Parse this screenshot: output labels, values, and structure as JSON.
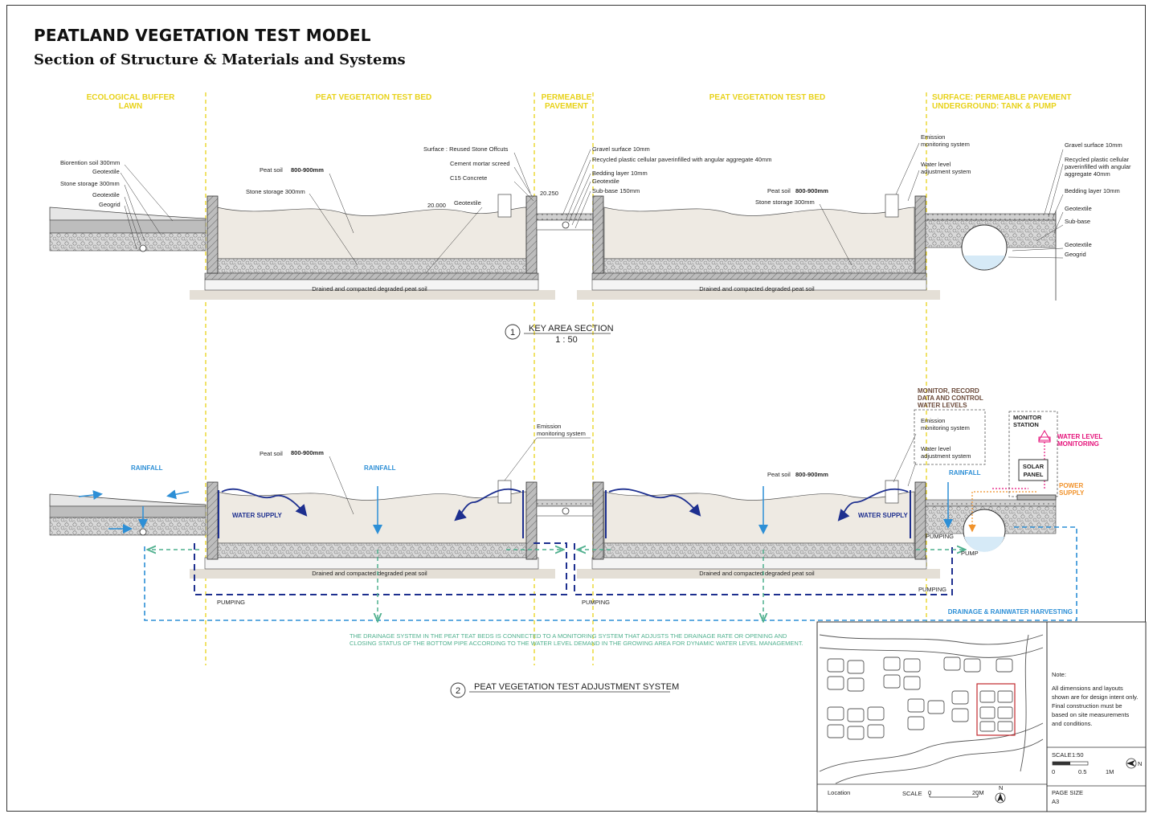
{
  "title": "PEATLAND VEGETATION TEST MODEL",
  "subtitle": "Section of Structure & Materials and Systems",
  "zones": {
    "z1": "ECOLOGICAL BUFFER LAWN",
    "z2": "PEAT VEGETATION TEST BED",
    "z3a": "PERMEABLE",
    "z3b": "PAVEMENT",
    "z4": "PEAT VEGETATION TEST BED",
    "z5a": "SURFACE: PERMEABLE PAVEMENT",
    "z5b": "UNDERGROUND: TANK & PUMP"
  },
  "section1": {
    "left_labels": [
      "Biorention soil 300mm",
      "Geotextile",
      "Stone storage 300mm",
      "Geotextile",
      "Geogrid"
    ],
    "bed1_peat": "Peat soil",
    "bed1_peat_depth": "800-900mm",
    "bed1_stone": "Stone storage 300mm",
    "surface_labels": [
      "Surface : Reused Stone Offcuts",
      "Cement mortar screed",
      "C15 Concrete"
    ],
    "geotextile": "Geotextile",
    "pavement_labels": [
      "Gravel surface 10mm",
      "Recycled plastic cellular paverinfilled with angular aggregate 40mm",
      "Bedding layer 10mm",
      "Geotextile",
      "Sub-base 150mm"
    ],
    "emission1": "Emission",
    "emission2": "monitoring system",
    "water1": "Water level",
    "water2": "adjustment system",
    "bed2_peat": "Peat soil",
    "bed2_peat_depth": "800-900mm",
    "bed2_stone": "Stone storage 300mm",
    "right_labels": [
      "Gravel surface 10mm",
      "Recycled plastic cellular",
      "paverinfilled with angular",
      "aggregate 40mm",
      "Bedding layer 10mm",
      "Geotextile",
      "Sub-base",
      "Geotextile",
      "Geogrid"
    ],
    "drained": "Drained and compacted degraded peat soil",
    "level1": "20.000",
    "level2": "20.250",
    "section_no": "1",
    "section_name": "KEY AREA SECTION",
    "scale": "1 : 50"
  },
  "section2": {
    "rainfall": "RAINFALL",
    "peat": "Peat soil",
    "peat_depth": "800-900mm",
    "water_supply": "WATER SUPPLY",
    "emission1": "Emission",
    "emission2": "monitoring system",
    "monitor_a": "MONITOR, RECORD",
    "monitor_b": "DATA AND CONTROL",
    "monitor_c": "WATER LEVELS",
    "water1": "Water level",
    "water2": "adjustment system",
    "monitor_station_a": "MONITOR",
    "monitor_station_b": "STATION",
    "water_level_a": "WATER LEVEL",
    "water_level_b": "MONITORING",
    "solar_a": "SOLAR",
    "solar_b": "PANEL",
    "power_a": "POWER",
    "power_b": "SUPPLY",
    "pumping": "PUMPING",
    "pump": "PUMP",
    "drainage": "DRAINAGE & RAINWATER HARVESTING",
    "drained": "Drained and compacted degraded peat soil",
    "note_a": "THE DRAINAGE SYSTEM IN THE PEAT TEAT BEDS IS CONNECTED TO A MONITORING SYSTEM THAT ADJUSTS THE DRAINAGE RATE OR OPENING AND",
    "note_b": "CLOSING STATUS OF THE BOTTOM PIPE ACCORDING TO THE WATER LEVEL DEMAND IN THE GROWING AREA FOR DYNAMIC WATER LEVEL MANAGEMENT.",
    "section_no": "2",
    "section_name": "PEAT VEGETATION TEST ADJUSTMENT SYSTEM"
  },
  "titleblock": {
    "note_title": "Note:",
    "note_body": "All dimensions and layouts shown are for design intent only. Final construction must be based on site measurements and conditions.",
    "scale_label": "SCALE",
    "scale_value": "1:50",
    "scale_ticks": [
      "0",
      "0.5",
      "1M"
    ],
    "page_size_label": "PAGE SIZE",
    "page_size_value": "A3",
    "location": "Location",
    "loc_scale": "SCALE",
    "loc_ticks": [
      "0",
      "20M"
    ],
    "north": "N"
  },
  "colors": {
    "zone_yellow": "#e8d21a",
    "water_blue": "#2d8fd6",
    "navy": "#1d2f8f",
    "green": "#4fb08e",
    "pink": "#e5137b",
    "orange": "#f1922a"
  }
}
